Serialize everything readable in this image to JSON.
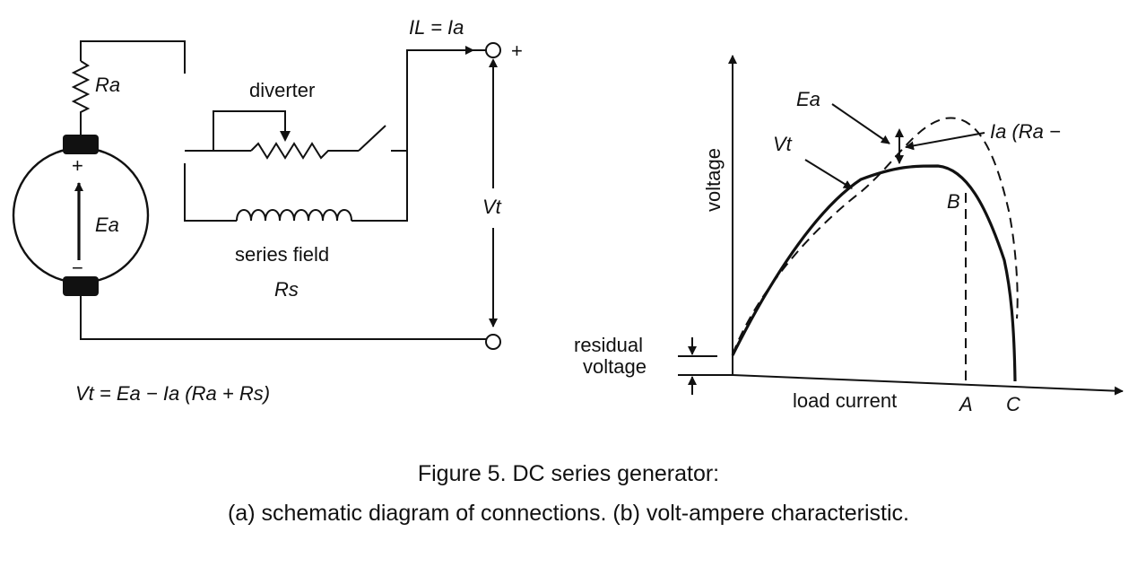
{
  "schematic": {
    "armature_resistance_label": "Ra",
    "diverter_label": "diverter",
    "series_field_label": "series field",
    "series_field_resistance_label": "Rs",
    "emf_label": "Ea",
    "plus_sign": "+",
    "minus_sign": "−",
    "load_current_label": "IL = Ia",
    "terminal_plus": "+",
    "terminal_voltage_label": "Vt",
    "equation": "Vt = Ea − Ia (Ra + Rs)"
  },
  "chart_data": {
    "type": "line",
    "xlabel": "load current",
    "ylabel": "voltage",
    "x_ticks": [
      "A",
      "C"
    ],
    "point_labels": [
      "B"
    ],
    "series": [
      {
        "name": "Ea",
        "style": "dashed"
      },
      {
        "name": "Vt",
        "style": "solid"
      }
    ],
    "annotations": {
      "drop_label": "Ia (Ra − ",
      "residual_label_line1": "residual",
      "residual_label_line2": "voltage"
    }
  },
  "caption": {
    "line1": "Figure 5. DC series generator:",
    "line2": "(a) schematic diagram of connections. (b) volt-ampere characteristic."
  }
}
